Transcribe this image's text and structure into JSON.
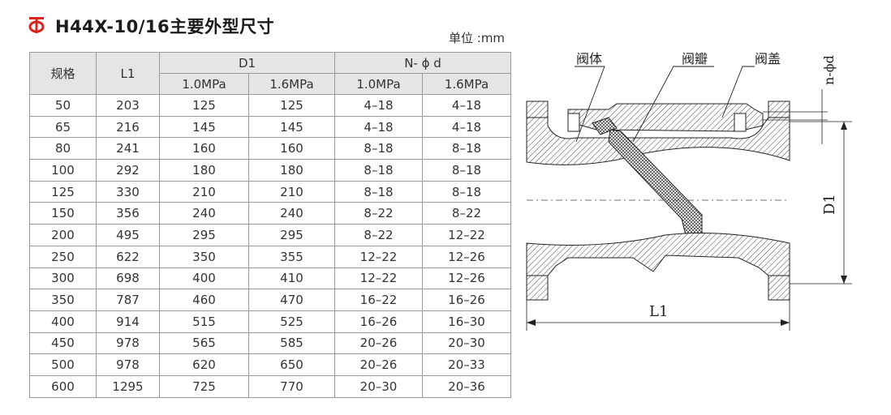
{
  "header": {
    "title": "H44X-10/16主要外型尺寸",
    "unit": "单位 :mm",
    "logo_color": "#d7261e"
  },
  "table": {
    "col_spec": "规格",
    "col_l1": "L1",
    "col_d1": "D1",
    "col_nphid": "N- ϕ d",
    "sub_d1_a": "1.0MPa",
    "sub_d1_b": "1.6MPa",
    "sub_n_a": "1.0MPa",
    "sub_n_b": "1.6MPa",
    "rows": [
      [
        "50",
        "203",
        "125",
        "125",
        "4–18",
        "4–18"
      ],
      [
        "65",
        "216",
        "145",
        "145",
        "4–18",
        "4–18"
      ],
      [
        "80",
        "241",
        "160",
        "160",
        "8–18",
        "8–18"
      ],
      [
        "100",
        "292",
        "180",
        "180",
        "8–18",
        "8–18"
      ],
      [
        "125",
        "330",
        "210",
        "210",
        "8–18",
        "8–18"
      ],
      [
        "150",
        "356",
        "240",
        "240",
        "8–22",
        "8–22"
      ],
      [
        "200",
        "495",
        "295",
        "295",
        "8–22",
        "12–22"
      ],
      [
        "250",
        "622",
        "350",
        "355",
        "12–22",
        "12–26"
      ],
      [
        "300",
        "698",
        "400",
        "410",
        "12–22",
        "12–26"
      ],
      [
        "350",
        "787",
        "460",
        "470",
        "16–22",
        "16–26"
      ],
      [
        "400",
        "914",
        "515",
        "525",
        "16–26",
        "16–30"
      ],
      [
        "450",
        "978",
        "565",
        "585",
        "20–26",
        "20–30"
      ],
      [
        "500",
        "978",
        "620",
        "650",
        "20–26",
        "20–33"
      ],
      [
        "600",
        "1295",
        "725",
        "770",
        "20–30",
        "20–36"
      ]
    ]
  },
  "diagram": {
    "label_body": "阀体",
    "label_disc": "阀瓣",
    "label_cover": "阀盖",
    "label_nphid": "n-ϕd",
    "label_d1": "D1",
    "label_l1": "L1"
  }
}
